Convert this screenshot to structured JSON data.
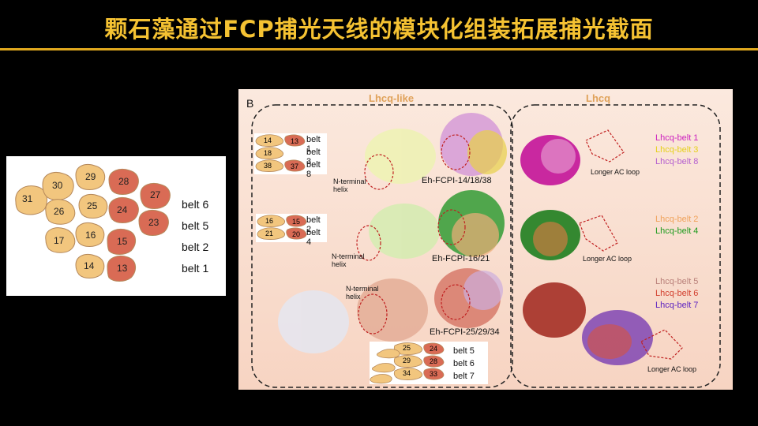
{
  "title": "颗石藻通过FCP捕光天线的模块化组装拓展捕光截面",
  "left_panel": {
    "belt_labels": [
      "belt 6",
      "belt 5",
      "belt 2",
      "belt 1"
    ],
    "subunits": [
      "31",
      "30",
      "29",
      "28",
      "27",
      "26",
      "25",
      "24",
      "23",
      "17",
      "16",
      "15",
      "14",
      "13"
    ]
  },
  "right_panel": {
    "panel_letter": "B",
    "groups": {
      "lhcq_like": "Lhcq-like",
      "lhcq": "Lhcq"
    },
    "row1": {
      "belt_box": {
        "pairs": [
          [
            "14",
            "13"
          ],
          [
            "18",
            ""
          ],
          [
            "38",
            "37"
          ]
        ],
        "labels": [
          "belt 1",
          "belt 3",
          "belt 8"
        ]
      },
      "nterm": "N-terminal helix",
      "complex": "Eh-FCPI-14/18/38",
      "loop": "Longer AC loop",
      "legend": [
        {
          "text": "Lhcq-belt 1",
          "color": "#cc1fbf"
        },
        {
          "text": "Lhcq-belt 3",
          "color": "#e5d11a"
        },
        {
          "text": "Lhcq-belt 8",
          "color": "#b45fcf"
        }
      ]
    },
    "row2": {
      "belt_box": {
        "pairs": [
          [
            "16",
            "15"
          ],
          [
            "21",
            "20"
          ]
        ],
        "labels": [
          "belt 2",
          "belt 4"
        ]
      },
      "nterm": "N-terminal helix",
      "complex": "Eh-FCPI-16/21",
      "loop": "Longer AC loop",
      "legend": [
        {
          "text": "Lhcq-belt 2",
          "color": "#f0a25a"
        },
        {
          "text": "Lhcq-belt 4",
          "color": "#1c9a1c"
        }
      ]
    },
    "row3": {
      "belt_box": {
        "pairs": [
          [
            "25",
            "24"
          ],
          [
            "29",
            "28"
          ],
          [
            "34",
            "33"
          ]
        ],
        "labels": [
          "belt 5",
          "belt 6",
          "belt 7"
        ]
      },
      "nterm": "N-terminal helix",
      "complex": "Eh-FCPI-25/29/34",
      "loop": "Longer AC loop",
      "legend": [
        {
          "text": "Lhcq-belt 5",
          "color": "#b9807a"
        },
        {
          "text": "Lhcq-belt 6",
          "color": "#d2402f"
        },
        {
          "text": "Lhcq-belt 7",
          "color": "#5a1fc0"
        }
      ]
    }
  }
}
